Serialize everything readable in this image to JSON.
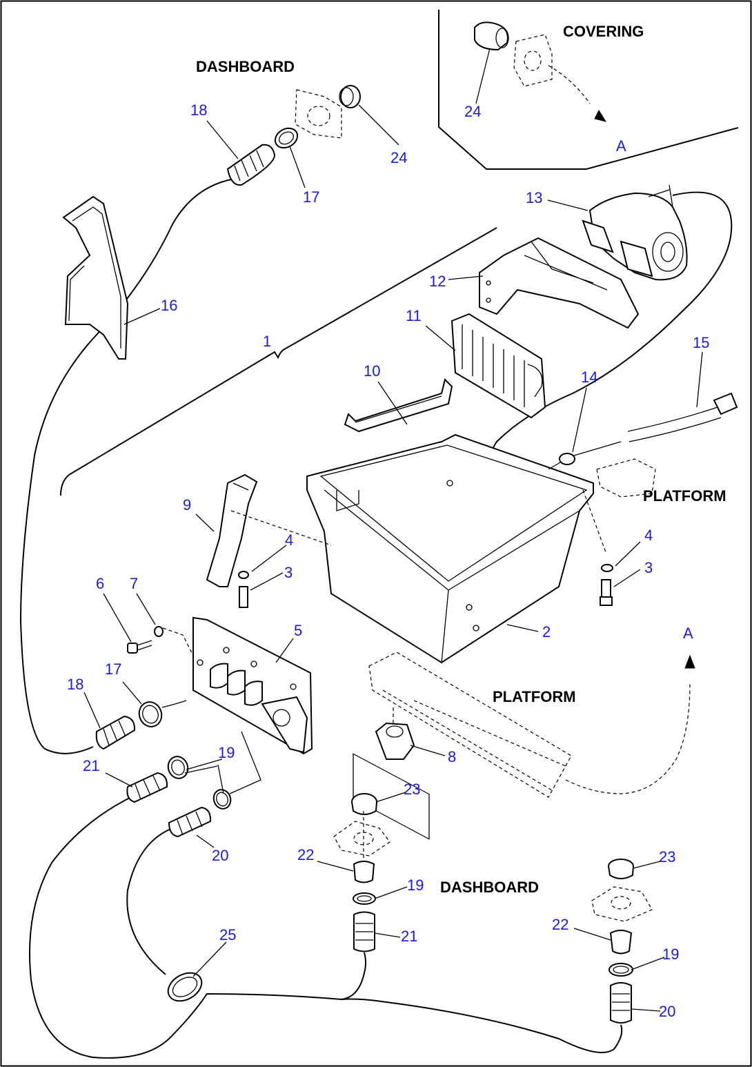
{
  "labels": {
    "dashboard_top": "DASHBOARD",
    "covering": "COVERING",
    "platform_right": "PLATFORM",
    "platform_mid": "PLATFORM",
    "dashboard_bottom": "DASHBOARD",
    "view_a_top": "A",
    "view_a_right": "A"
  },
  "callouts": {
    "p1": "1",
    "p2": "2",
    "p3a": "3",
    "p3b": "3",
    "p4a": "4",
    "p4b": "4",
    "p5": "5",
    "p6": "6",
    "p7": "7",
    "p8": "8",
    "p9": "9",
    "p10": "10",
    "p11": "11",
    "p12": "12",
    "p13": "13",
    "p14": "14",
    "p15": "15",
    "p16": "16",
    "p17a": "17",
    "p17b": "17",
    "p18a": "18",
    "p18b": "18",
    "p19a": "19",
    "p19b": "19",
    "p19c": "19",
    "p20a": "20",
    "p20b": "20",
    "p21a": "21",
    "p21b": "21",
    "p22a": "22",
    "p22b": "22",
    "p23a": "23",
    "p23b": "23",
    "p24a": "24",
    "p24b": "24",
    "p25": "25"
  },
  "colors": {
    "callout_text": "#1a1ad8",
    "line_art": "#000000"
  }
}
